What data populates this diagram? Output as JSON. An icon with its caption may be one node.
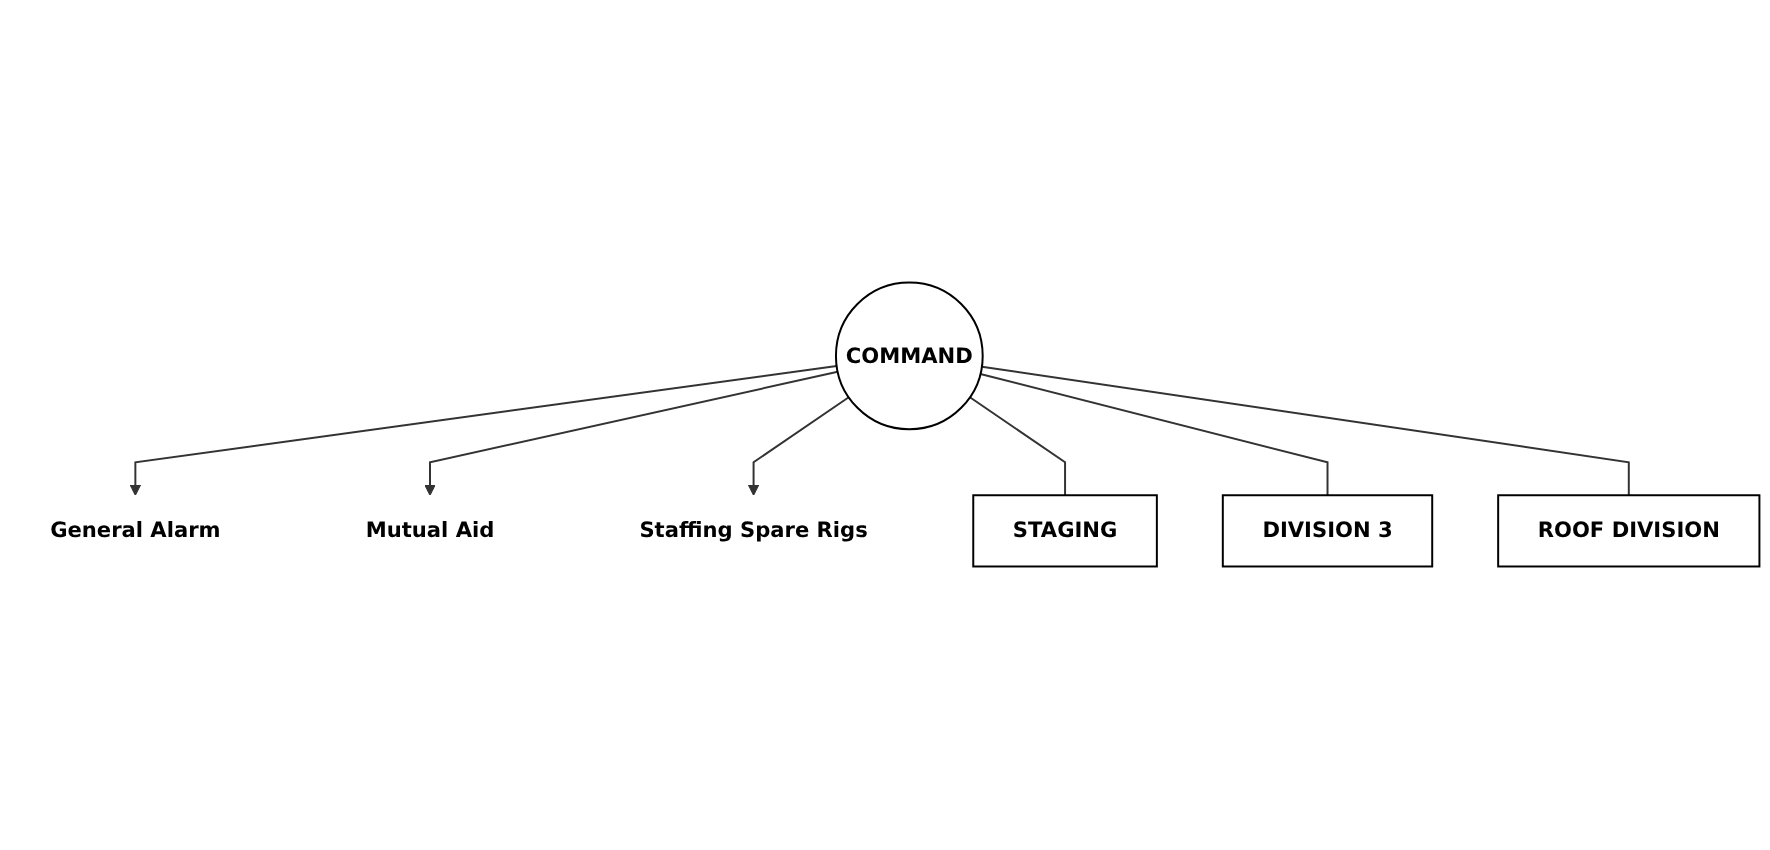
{
  "diagram": {
    "nodes": [
      {
        "text": [
          "COMMAND"
        ]
      },
      {
        "text": [
          "General Alarm"
        ]
      },
      {
        "text": [
          "Mutual Aid"
        ]
      },
      {
        "text": [
          "Staffing Spare Rigs"
        ]
      },
      {
        "text": [
          "STAGING"
        ]
      },
      {
        "text": [
          "DIVISION 3"
        ]
      },
      {
        "text": [
          "ROOF DIVISION"
        ]
      }
    ],
    "edges": [
      {
        "from": 0,
        "to": 1,
        "arrow": "to"
      },
      {
        "from": 0,
        "to": 2,
        "arrow": "to"
      },
      {
        "from": 0,
        "to": 3,
        "arrow": "to"
      },
      {
        "from": 0,
        "to": 4,
        "arrow": "none"
      },
      {
        "from": 0,
        "to": 5,
        "arrow": "none"
      },
      {
        "from": 0,
        "to": 6,
        "arrow": "none"
      }
    ]
  }
}
